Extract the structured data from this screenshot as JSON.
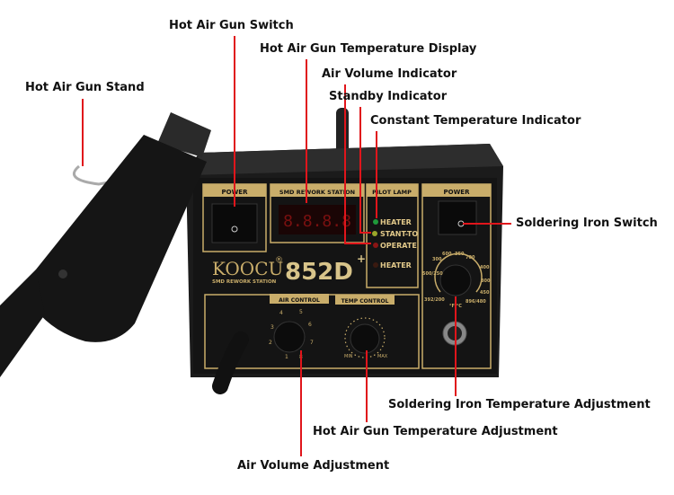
{
  "labels": {
    "hot_air_gun_switch": "Hot Air Gun Switch",
    "temperature_display": "Hot Air Gun Temperature Display",
    "air_volume_indicator": "Air Volume Indicator",
    "standby_indicator": "Standby Indicator",
    "constant_temp_indicator": "Constant Temperature Indicator",
    "hot_air_gun_stand": "Hot Air Gun Stand",
    "soldering_iron_switch": "Soldering Iron Switch",
    "soldering_iron_temp_adjustment": "Soldering Iron Temperature Adjustment",
    "hot_air_gun_temp_adjustment": "Hot Air Gun Temperature Adjustment",
    "air_volume_adjustment": "Air Volume Adjustment"
  },
  "panel": {
    "power_left": "POWER",
    "smd_station": "SMD REWORK STATION",
    "display": "8.8.8.8",
    "pilot_lamp": "PILOT LAMP",
    "lamps": [
      "HEATER",
      "STANT-TO",
      "OPERATE",
      "HEATER"
    ],
    "brand": "KOOCU",
    "brand_sub": "SMD REWORK STATION",
    "model": "852D",
    "model_sup": "+",
    "registered": "®",
    "power_right": "POWER",
    "air_control": "AIR CONTROL",
    "temp_control": "TEMP CONTROL",
    "air_scale": [
      "1",
      "2",
      "3",
      "4",
      "5",
      "6",
      "7",
      "8"
    ],
    "temp_min": "MIN",
    "temp_max": "MAX",
    "iron_scale": [
      "392/200",
      "500/250",
      "300",
      "600",
      "350",
      "700",
      "400",
      "800",
      "450",
      "896/480"
    ],
    "iron_unit": "°F/°C"
  },
  "colors": {
    "annotation_line": "#e0151b",
    "panel_gold": "#c9ad6a",
    "body": "#1b1b1b"
  }
}
